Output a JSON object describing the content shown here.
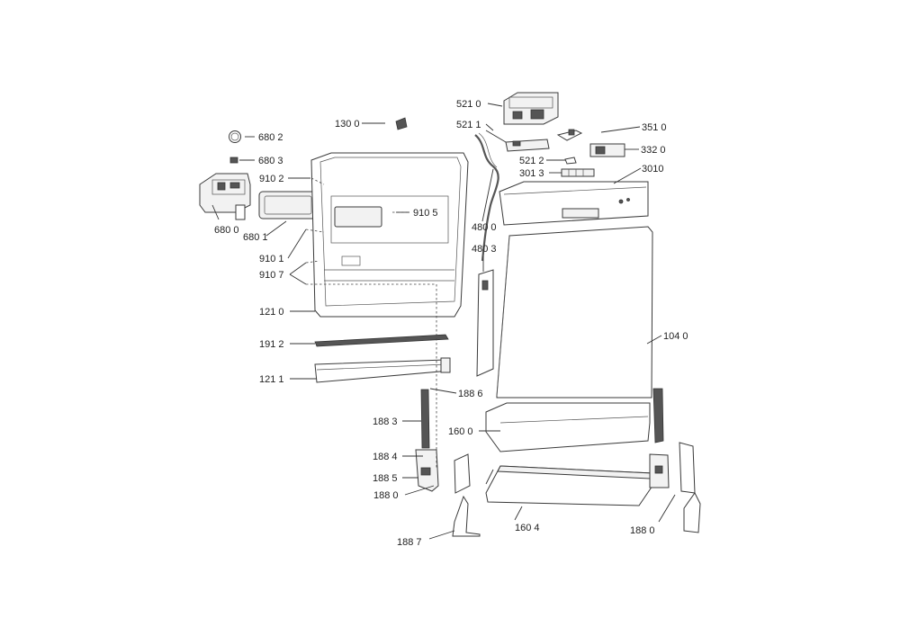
{
  "callouts": [
    {
      "id": "c-1300",
      "text": "130 0"
    },
    {
      "id": "c-6802",
      "text": "680 2"
    },
    {
      "id": "c-6803",
      "text": "680 3"
    },
    {
      "id": "c-9102",
      "text": "910 2"
    },
    {
      "id": "c-6800",
      "text": "680 0"
    },
    {
      "id": "c-6801",
      "text": "680 1"
    },
    {
      "id": "c-9105",
      "text": "910 5"
    },
    {
      "id": "c-9101",
      "text": "910 1"
    },
    {
      "id": "c-9107",
      "text": "910 7"
    },
    {
      "id": "c-1210",
      "text": "121 0"
    },
    {
      "id": "c-1912",
      "text": "191 2"
    },
    {
      "id": "c-1211",
      "text": "121 1"
    },
    {
      "id": "c-1886",
      "text": "188 6"
    },
    {
      "id": "c-1883",
      "text": "188 3"
    },
    {
      "id": "c-1884",
      "text": "188 4"
    },
    {
      "id": "c-1885",
      "text": "188 5"
    },
    {
      "id": "c-1880a",
      "text": "188 0"
    },
    {
      "id": "c-1887",
      "text": "188 7"
    },
    {
      "id": "c-5210",
      "text": "521 0"
    },
    {
      "id": "c-5211",
      "text": "521 1"
    },
    {
      "id": "c-3510",
      "text": "351 0"
    },
    {
      "id": "c-3320",
      "text": "332 0"
    },
    {
      "id": "c-5212",
      "text": "521 2"
    },
    {
      "id": "c-3013",
      "text": "301 3"
    },
    {
      "id": "c-3010",
      "text": "3010"
    },
    {
      "id": "c-4800",
      "text": "480 0"
    },
    {
      "id": "c-4803",
      "text": "480 3"
    },
    {
      "id": "c-1040",
      "text": "104 0"
    },
    {
      "id": "c-1600",
      "text": "160 0"
    },
    {
      "id": "c-1604",
      "text": "160 4"
    },
    {
      "id": "c-1880b",
      "text": "188 0"
    }
  ]
}
